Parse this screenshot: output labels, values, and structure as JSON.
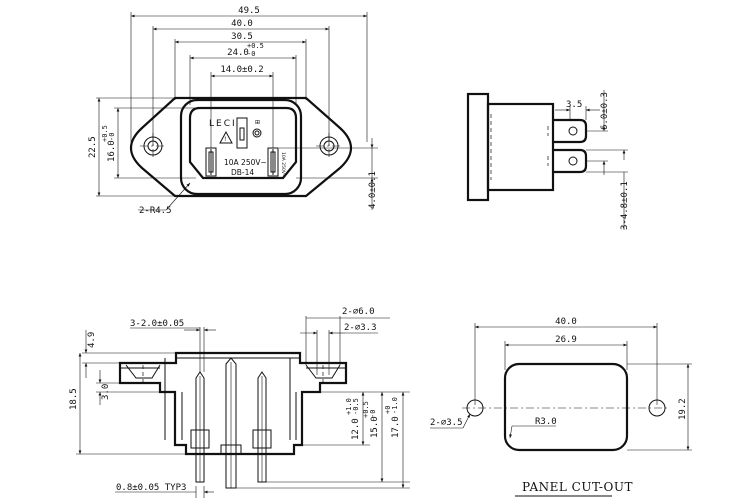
{
  "front_view": {
    "overall_width": "49.5",
    "hole_spacing": "40.0",
    "body_width": "30.5",
    "opening_width": "24.0",
    "opening_width_tol": "+0.5",
    "opening_width_tol2": "-0",
    "pin_spacing": "14.0±0.2",
    "overall_height": "22.5",
    "opening_height": "16.0",
    "opening_height_tol": "+0.5",
    "opening_height_tol2": "-0",
    "pin_offset": "4.0±0.1",
    "radius": "2-R4.5",
    "brand": "LECI",
    "rating": "10A 250V~",
    "model": "DB-14",
    "cert_mark": "10A 250V~"
  },
  "side_view": {
    "terminal_width": "3.5",
    "terminal_spacing": "6.0±0.3",
    "terminal_height": "3-4.8±0.1"
  },
  "bottom_view": {
    "pin_thickness": "3-2.0±0.05",
    "flange_thickness": "4.9",
    "total_height": "18.5",
    "flange_height": "3.0",
    "hole_dia": "2-⌀6.0",
    "hole_dia2": "2-⌀3.3",
    "pin_length_a": "12.0",
    "pin_length_a_tol": "+1.0",
    "pin_length_a_tol2": "-0.5",
    "pin_length_b": "15.0",
    "pin_length_b_tol": "+0.5",
    "pin_length_b_tol2": "-0",
    "pin_length_c": "17.0",
    "pin_length_c_tol": "+0",
    "pin_length_c_tol2": "-1.0",
    "pin_width": "0.8±0.05 TYP3"
  },
  "panel_cutout": {
    "title": "PANEL CUT-OUT",
    "hole_spacing": "40.0",
    "cutout_width": "26.9",
    "cutout_height": "19.2",
    "hole_dia": "2-⌀3.5",
    "corner_radius": "R3.0"
  }
}
